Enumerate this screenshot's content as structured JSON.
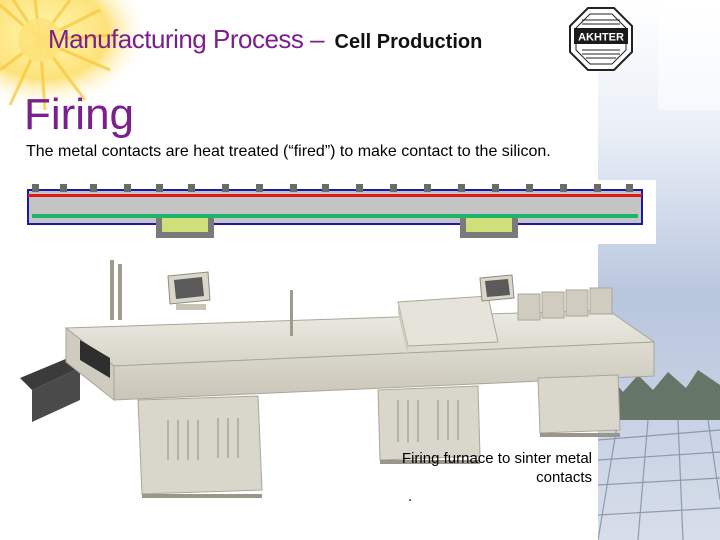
{
  "header": {
    "title": "Manufacturing Process –",
    "subtitle": "Cell Production",
    "logo_text": "AKHTER"
  },
  "section": {
    "heading": "Firing",
    "description": "The metal contacts are heat treated (“fired”) to make contact to the silicon."
  },
  "figure": {
    "caption": "Firing furnace to sinter metal contacts",
    "caption_dot": "."
  },
  "colors": {
    "title": "#7a1f8c",
    "contact_top": "#1a1aa8",
    "layer_red": "#e01a1a",
    "layer_green": "#1db36a",
    "contact_pad": "#cfe07a",
    "wafer": "#bdbdbd"
  }
}
